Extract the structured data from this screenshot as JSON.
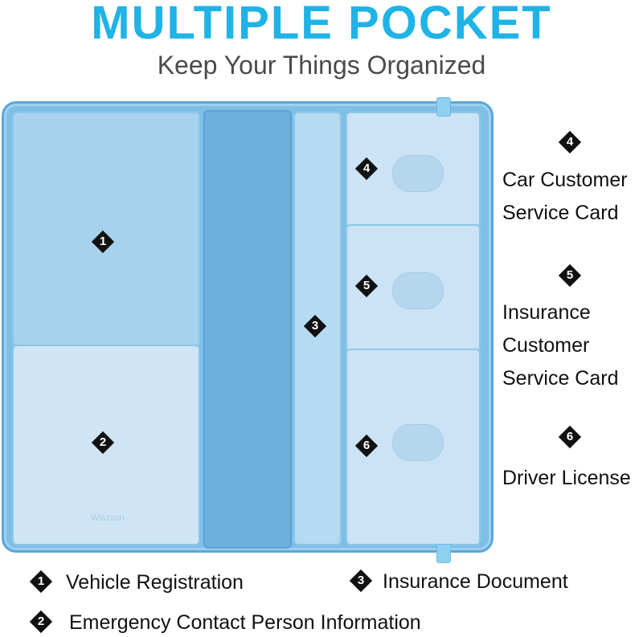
{
  "header": {
    "title": "MULTIPLE POCKET",
    "subtitle": "Keep Your Things Organized"
  },
  "colors": {
    "title": "#1fb3e6",
    "wallet": "#7fbfe6",
    "marker": "#111111"
  },
  "wallet": {
    "watermark": "Wiszasn",
    "pocket_markers": [
      "1",
      "2",
      "3",
      "4",
      "5",
      "6"
    ]
  },
  "callouts": [
    {
      "number": "4",
      "lines": [
        "Car Customer",
        "Service Card"
      ]
    },
    {
      "number": "5",
      "lines": [
        "Insurance",
        "Customer",
        "Service Card"
      ]
    },
    {
      "number": "6",
      "lines": [
        "Driver License"
      ]
    }
  ],
  "legend": [
    {
      "number": "1",
      "label": "Vehicle Registration"
    },
    {
      "number": "3",
      "label": "Insurance Document"
    },
    {
      "number": "2",
      "label": "Emergency Contact Person Information"
    }
  ]
}
